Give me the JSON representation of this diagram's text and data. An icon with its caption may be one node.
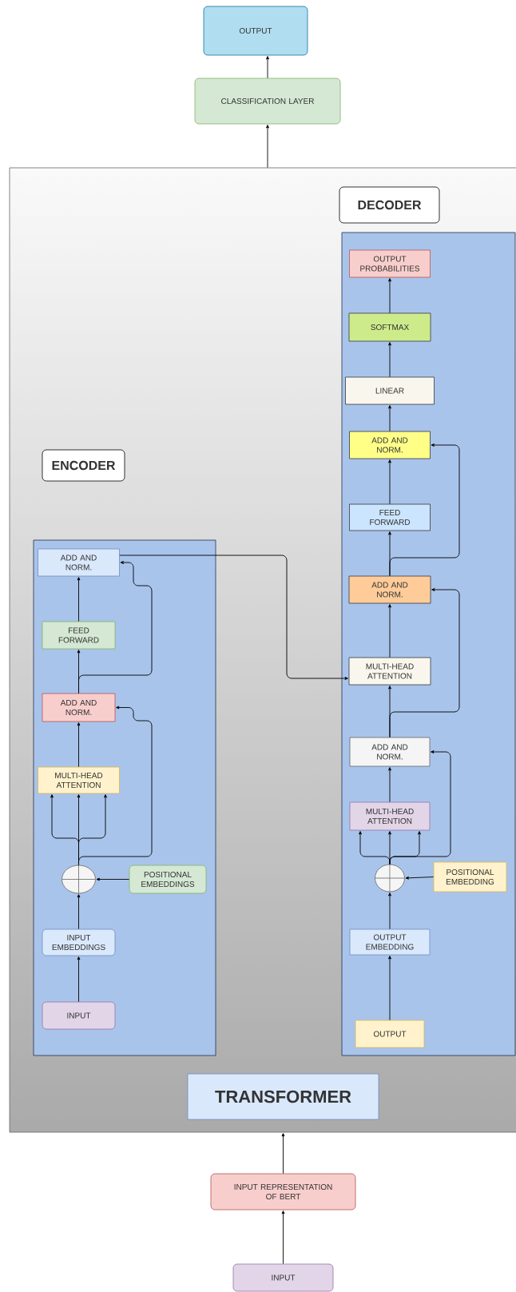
{
  "diagram": {
    "nodes": [
      {
        "text": [
          "OUTPUT"
        ]
      },
      {
        "text": [
          "CLASSIFICATION LAYER"
        ]
      },
      {
        "text": [],
        "shape": "box"
      },
      {
        "text": [
          "DECODER"
        ],
        "in": 2
      },
      {
        "text": [],
        "shape": "box",
        "in": 2
      },
      {
        "text": [
          "OUTPUT PROBABILITIES"
        ],
        "in": 4
      },
      {
        "text": [
          "SOFTMAX"
        ],
        "in": 4
      },
      {
        "text": [
          "LINEAR"
        ],
        "in": 4
      },
      {
        "text": [
          "ADD AND NORM."
        ],
        "in": 4
      },
      {
        "text": [
          "FEED FORWARD"
        ],
        "in": 4
      },
      {
        "text": [
          "ADD AND NORM."
        ],
        "in": 4
      },
      {
        "text": [
          "MULTI-HEAD ATTENTION"
        ],
        "in": 4
      },
      {
        "text": [
          "ADD AND NORM."
        ],
        "in": 4
      },
      {
        "text": [
          "MULTI-HEAD ATTENTION"
        ],
        "in": 4
      },
      {
        "text": [],
        "shape": "circle",
        "in": 4
      },
      {
        "text": [
          "POSITIONAL EMBEDDING"
        ],
        "in": 4
      },
      {
        "text": [
          "OUTPUT EMBEDDING"
        ],
        "in": 4
      },
      {
        "text": [
          "OUTPUT"
        ],
        "in": 4
      },
      {
        "text": [
          "ENCODER"
        ],
        "in": 2
      },
      {
        "text": [],
        "shape": "box",
        "in": 2
      },
      {
        "text": [
          "ADD AND NORM."
        ],
        "in": 19
      },
      {
        "text": [
          "FEED FORWARD"
        ],
        "in": 19
      },
      {
        "text": [
          "ADD AND NORM."
        ],
        "in": 19
      },
      {
        "text": [
          "MULTI-HEAD ATTENTION"
        ],
        "in": 19
      },
      {
        "text": [],
        "shape": "circle",
        "in": 19
      },
      {
        "text": [
          "POSITIONAL EMBEDDINGS"
        ],
        "in": 19
      },
      {
        "text": [
          "INPUT EMBEDDINGS"
        ],
        "in": 19
      },
      {
        "text": [
          "INPUT"
        ],
        "in": 19
      },
      {
        "text": [
          "TRANSFORMER"
        ],
        "in": 2
      },
      {
        "text": [
          "INPUT REPRESENTATION OF BERT"
        ]
      },
      {
        "text": [
          "INPUT"
        ]
      }
    ],
    "edges": [
      {
        "from": 1,
        "to": 0,
        "arrow": "to"
      },
      {
        "from": 2,
        "to": 1,
        "arrow": "to"
      },
      {
        "from": 29,
        "to": 2,
        "arrow": "to"
      },
      {
        "from": 30,
        "to": 29,
        "arrow": "to"
      },
      {
        "from": 6,
        "to": 5,
        "arrow": "to"
      },
      {
        "from": 7,
        "to": 6,
        "arrow": "to"
      },
      {
        "from": 8,
        "to": 7,
        "arrow": "to"
      },
      {
        "from": 9,
        "to": 8,
        "arrow": "to"
      },
      {
        "from": 10,
        "to": 9,
        "arrow": "to"
      },
      {
        "from": 11,
        "to": 10,
        "arrow": "to"
      },
      {
        "from": 12,
        "to": 11,
        "arrow": "to"
      },
      {
        "from": 13,
        "to": 12,
        "arrow": "to"
      },
      {
        "from": 14,
        "to": 13,
        "arrow": "to"
      },
      {
        "from": 14,
        "to": 13,
        "arrow": "to"
      },
      {
        "from": 14,
        "to": 13,
        "arrow": "to"
      },
      {
        "from": 14,
        "to": 12,
        "arrow": "to"
      },
      {
        "from": 12,
        "to": 10,
        "arrow": "to"
      },
      {
        "from": 10,
        "to": 8,
        "arrow": "to"
      },
      {
        "from": 16,
        "to": 14,
        "arrow": "to"
      },
      {
        "from": 17,
        "to": 16,
        "arrow": "to"
      },
      {
        "from": 15,
        "to": 14,
        "arrow": "to"
      },
      {
        "from": 21,
        "to": 20,
        "arrow": "to"
      },
      {
        "from": 22,
        "to": 21,
        "arrow": "to"
      },
      {
        "from": 23,
        "to": 22,
        "arrow": "to"
      },
      {
        "from": 24,
        "to": 23,
        "arrow": "to"
      },
      {
        "from": 24,
        "to": 23,
        "arrow": "to"
      },
      {
        "from": 24,
        "to": 23,
        "arrow": "to"
      },
      {
        "from": 24,
        "to": 22,
        "arrow": "to"
      },
      {
        "from": 22,
        "to": 20,
        "arrow": "to"
      },
      {
        "from": 26,
        "to": 24,
        "arrow": "to"
      },
      {
        "from": 27,
        "to": 26,
        "arrow": "to"
      },
      {
        "from": 25,
        "to": 24,
        "arrow": "to"
      },
      {
        "from": 20,
        "to": 11,
        "arrow": "to"
      }
    ]
  }
}
